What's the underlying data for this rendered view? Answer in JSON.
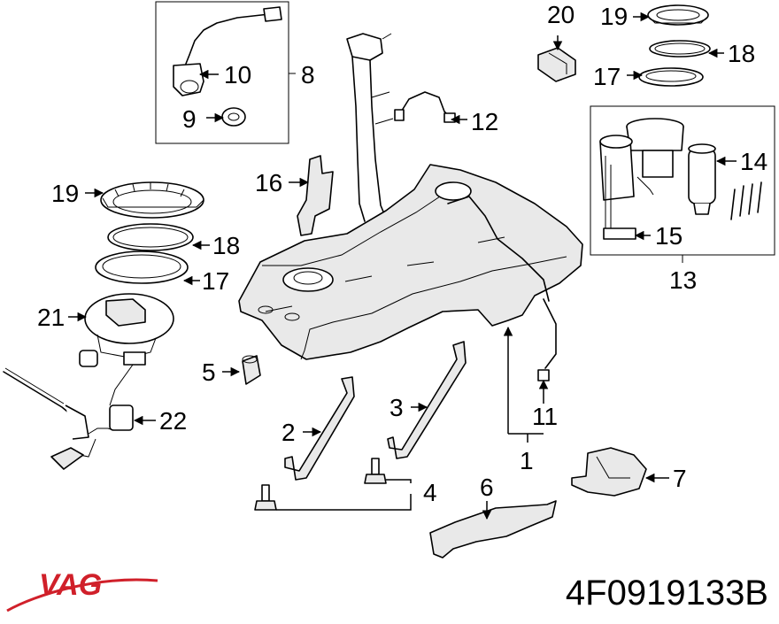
{
  "callouts": {
    "c1": "1",
    "c2": "2",
    "c3": "3",
    "c4": "4",
    "c5": "5",
    "c6": "6",
    "c7": "7",
    "c8": "8",
    "c9": "9",
    "c10": "10",
    "c11": "11",
    "c12": "12",
    "c13": "13",
    "c14": "14",
    "c15": "15",
    "c16": "16",
    "c17_top": "17",
    "c17_left": "17",
    "c18_top": "18",
    "c18_left": "18",
    "c19_top": "19",
    "c19_left": "19",
    "c20": "20",
    "c21": "21",
    "c22": "22"
  },
  "logo": {
    "text": "VAG",
    "color": "#d0202a"
  },
  "part_number": "4F0919133B"
}
